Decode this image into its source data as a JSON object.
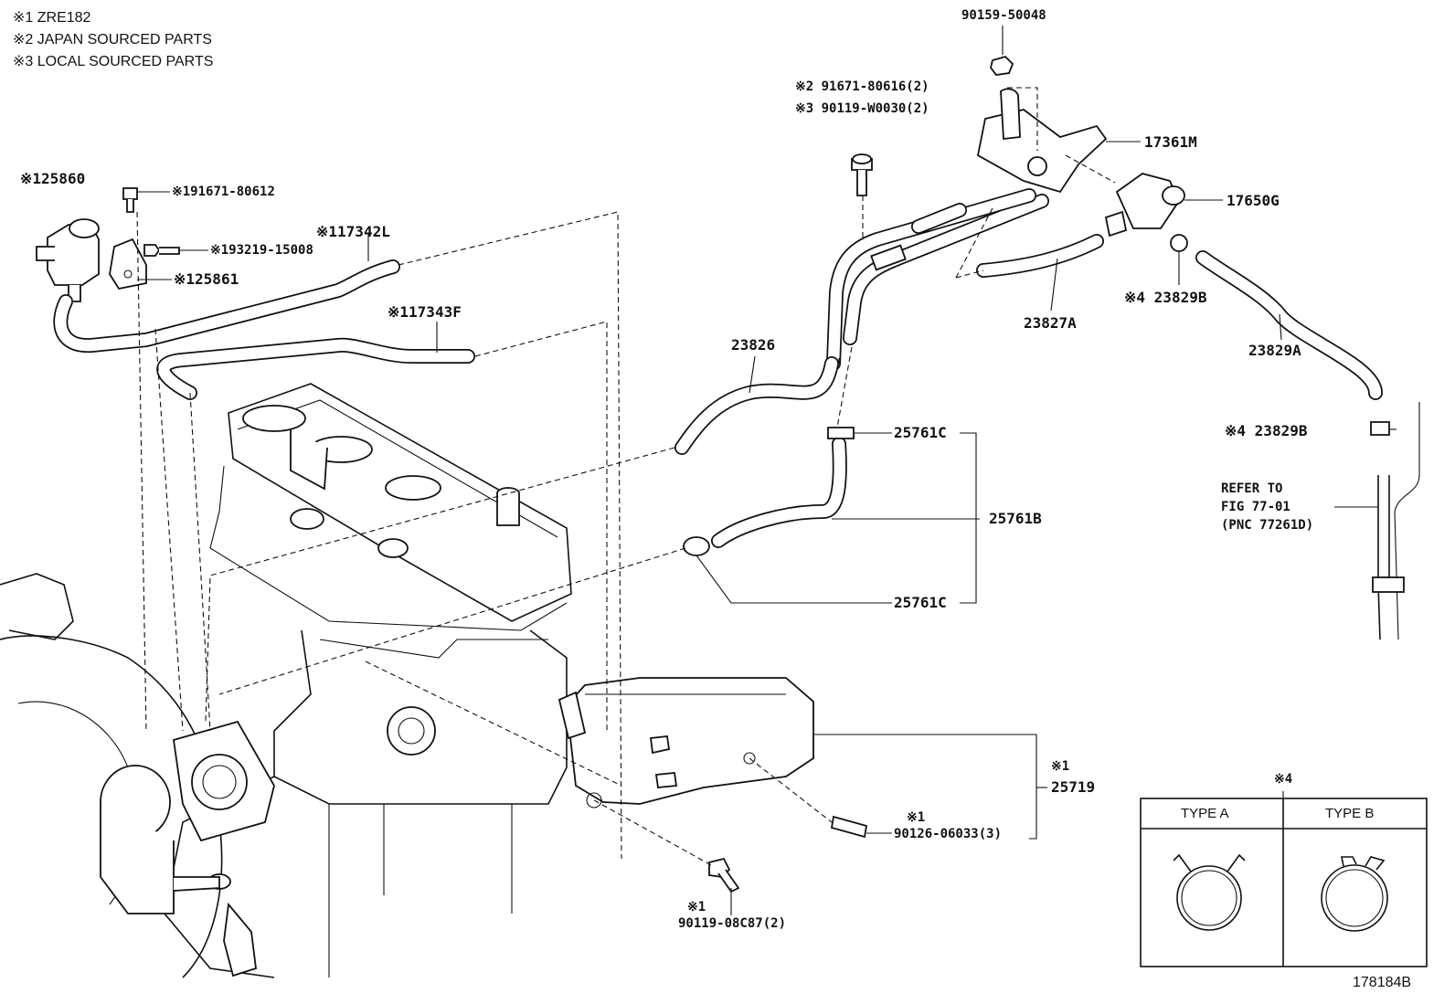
{
  "notes": [
    "※1 ZRE182",
    "※2 JAPAN SOURCED PARTS",
    "※3 LOCAL SOURCED PARTS"
  ],
  "labels": {
    "p90159_50048": "90159-50048",
    "p91671_80616": "※2 91671-80616(2)",
    "p90119_w0030": "※3 90119-W0030(2)",
    "p17361m": "17361M",
    "p17650g": "17650G",
    "p25860": "※125860",
    "p91671_80612": "※191671-80612",
    "p93219_15008": "※193219-15008",
    "p25861": "※125861",
    "p17342l": "※117342L",
    "p17343f": "※117343F",
    "p23826": "23826",
    "p23827a": "23827A",
    "p23829b_top": "※4 23829B",
    "p23829a": "23829A",
    "p23829b_mid": "※4 23829B",
    "p25761c_top": "25761C",
    "p25761b": "25761B",
    "p25761c_bot": "25761C",
    "refer_1": "REFER TO",
    "refer_2": "FIG 77-01",
    "refer_3": "(PNC 77261D)",
    "p25719_mark": "※1",
    "p25719": "25719",
    "p90126_mark": "※1",
    "p90126": "90126-06033(3)",
    "p90119_mark": "※1",
    "p90119_08c87": "90119-08C87(2)",
    "ref_mark": "※4",
    "type_a": "TYPE A",
    "type_b": "TYPE B",
    "fig_no": "178184B"
  }
}
